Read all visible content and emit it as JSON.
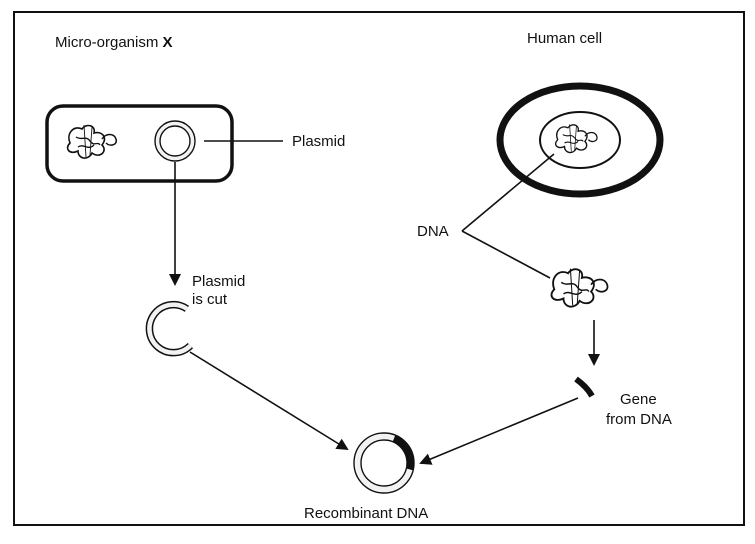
{
  "labels": {
    "micro_organism_prefix": "Micro-organism ",
    "micro_organism_letter": "X",
    "human_cell": "Human cell",
    "plasmid": "Plasmid",
    "plasmid_cut_line1": "Plasmid",
    "plasmid_cut_line2": "is cut",
    "dna": "DNA",
    "gene_line1": "Gene",
    "gene_line2": "from DNA",
    "recombinant": "Recombinant DNA"
  },
  "icons": {
    "chromosome": "chromosome-icon",
    "plasmid": "plasmid-ring-icon",
    "cut_plasmid": "cut-plasmid-icon",
    "gene": "gene-fragment-icon",
    "recombinant": "recombinant-plasmid-icon"
  },
  "colors": {
    "ink": "#111111",
    "background": "#ffffff",
    "ring_fill": "#f2f2f2"
  }
}
